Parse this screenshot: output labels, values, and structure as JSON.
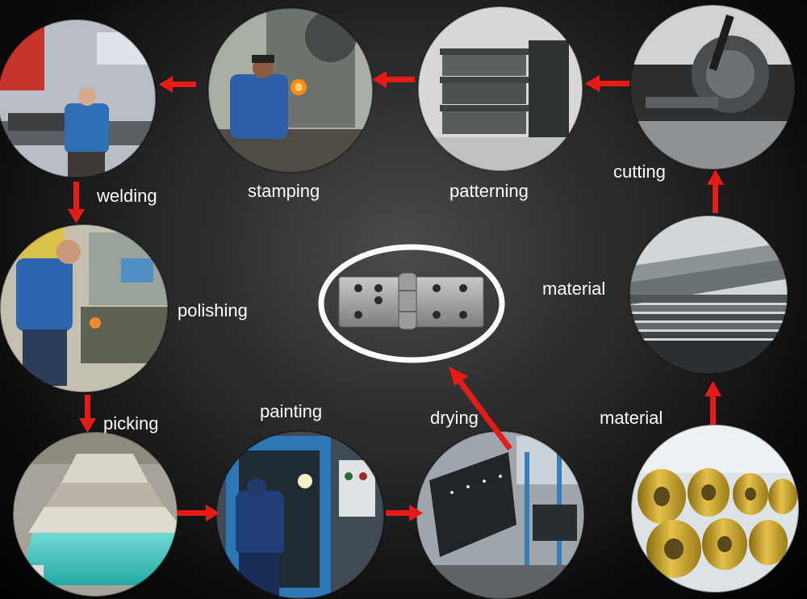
{
  "labels": {
    "welding": "welding",
    "stamping": "stamping",
    "patterning": "patterning",
    "cutting": "cutting",
    "material_top": "material",
    "polishing": "polishing",
    "picking": "picking",
    "painting": "painting",
    "drying": "drying",
    "material_bottom": "material"
  },
  "colors": {
    "arrow": "#e41b17",
    "ring": "#ffffff",
    "text": "#ffffff"
  }
}
